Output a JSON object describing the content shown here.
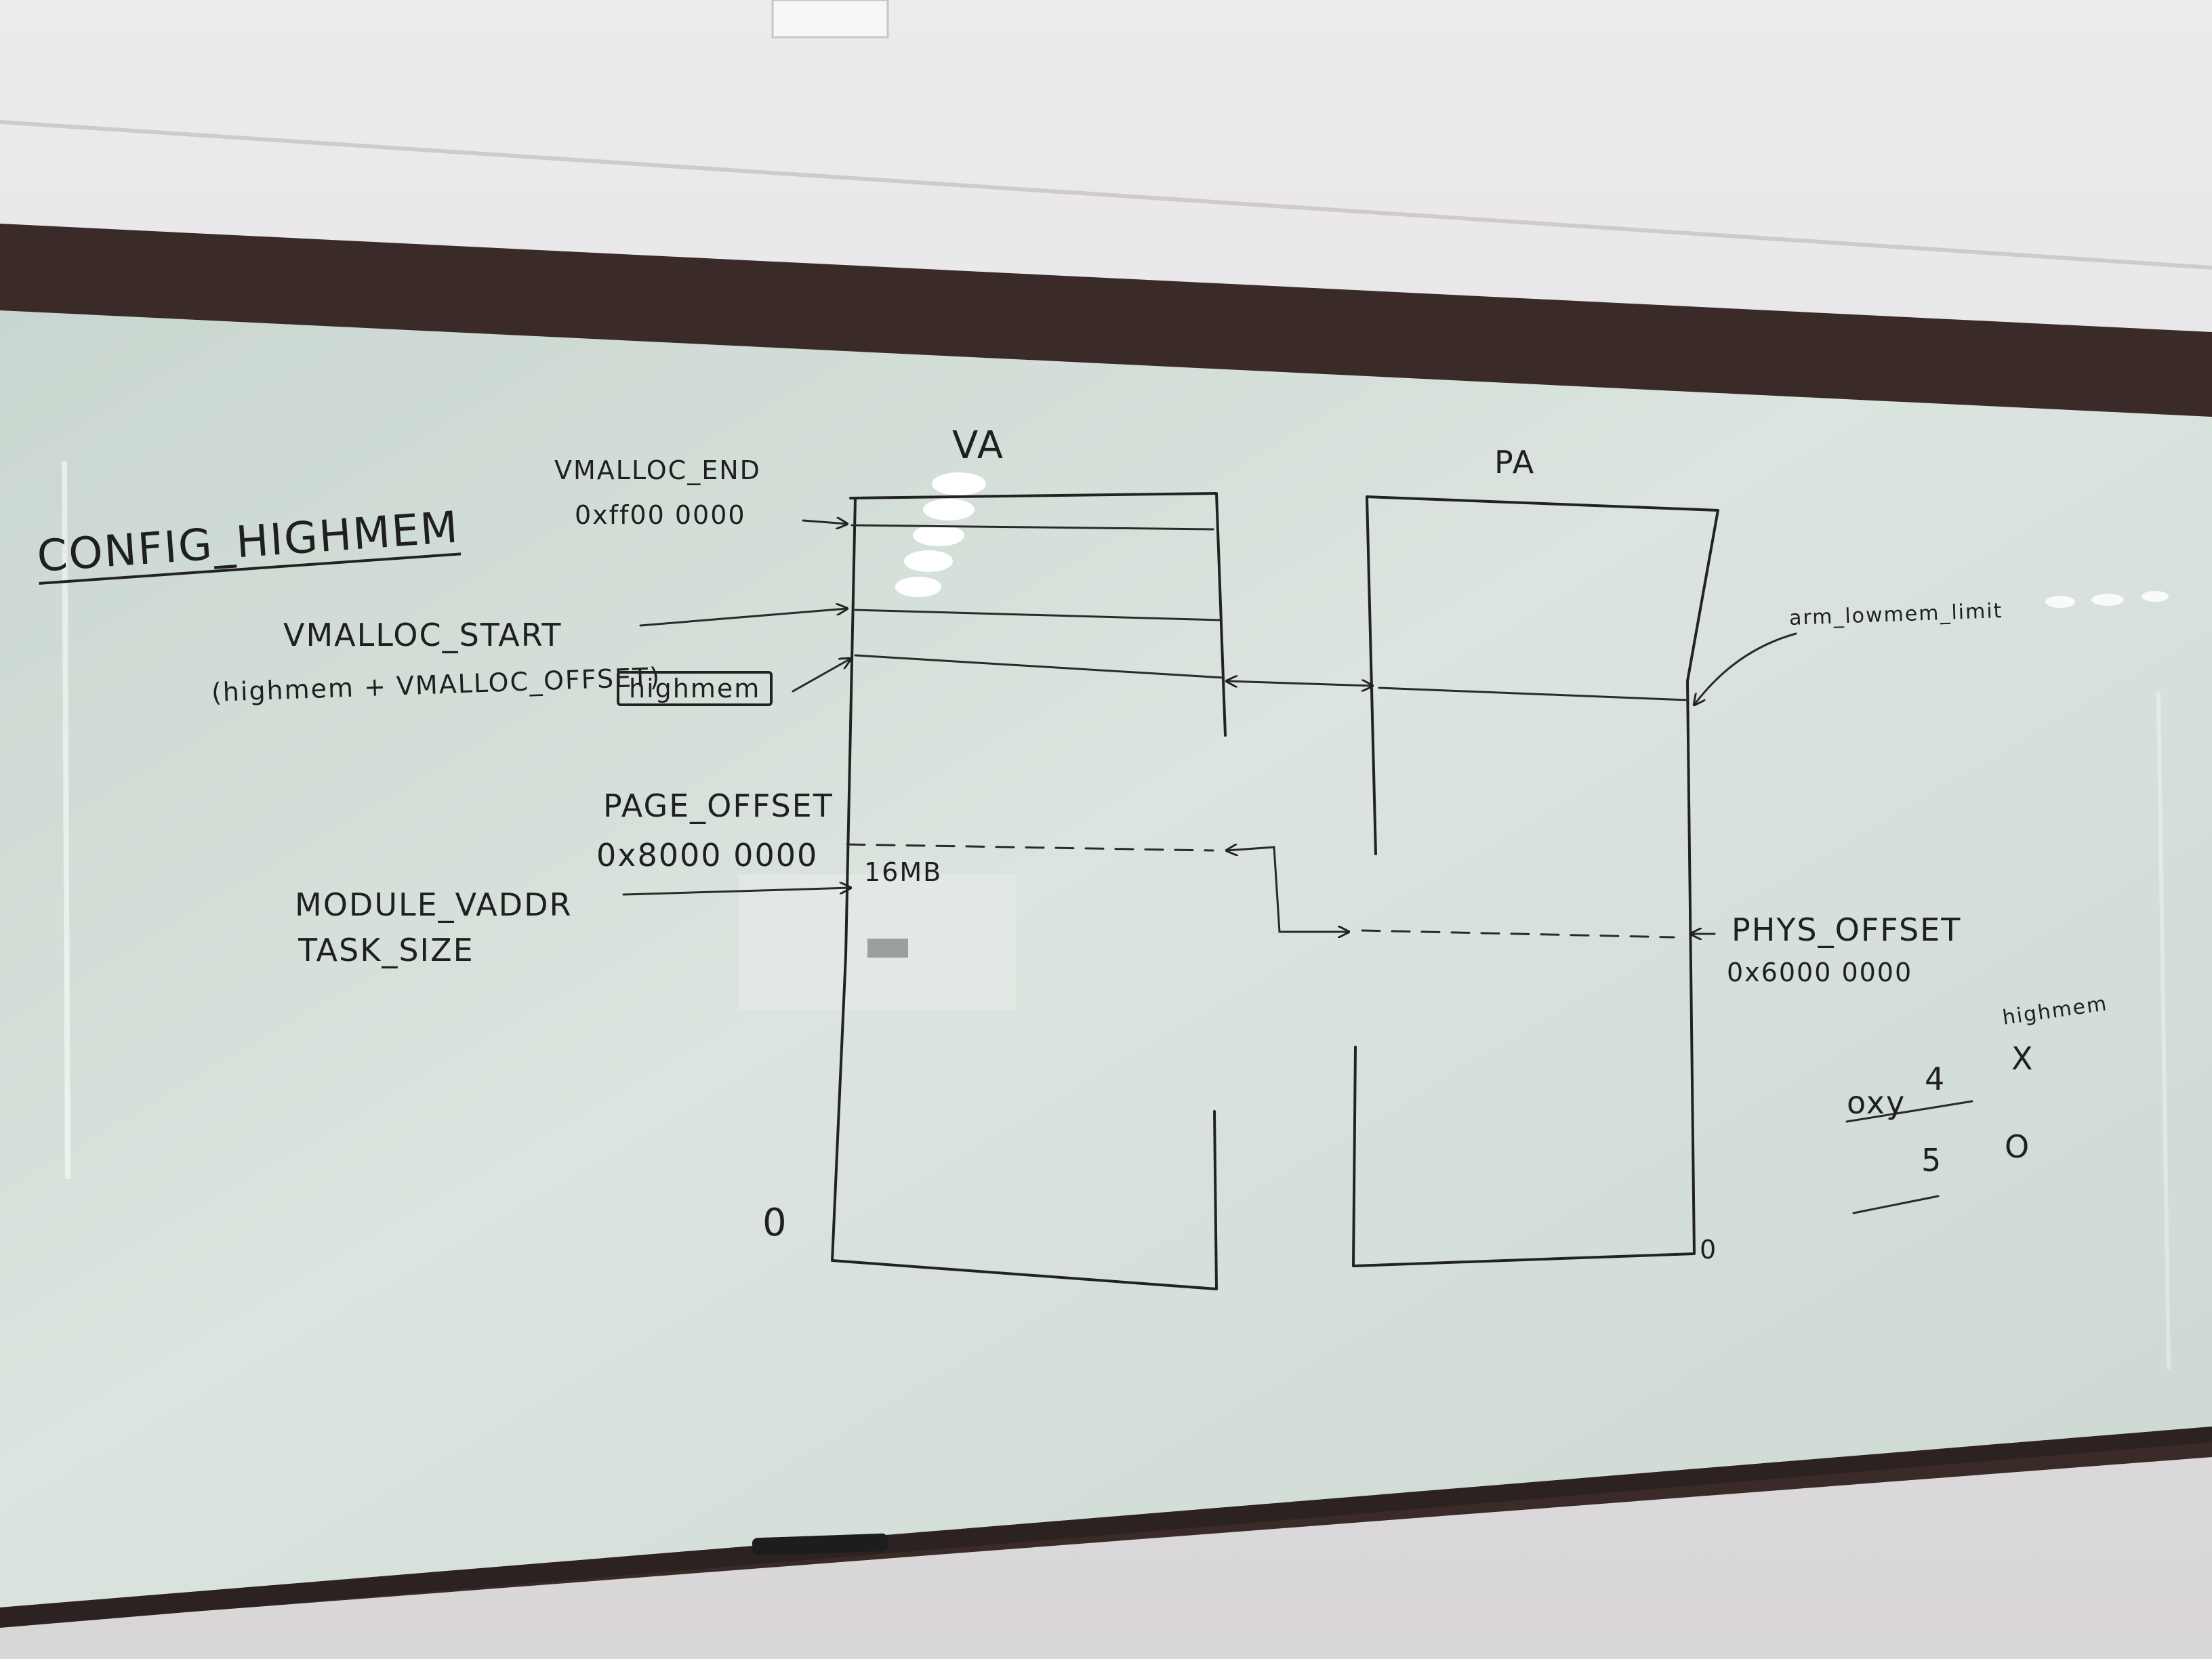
{
  "diagram": {
    "va_label": "VA",
    "pa_label": "PA",
    "config": "CONFIG_HIGHMEM",
    "vmalloc_end": "VMALLOC_END",
    "vmalloc_end_addr": "0xff00 0000",
    "vmalloc_start": "VMALLOC_START",
    "highmem_expr": "(highmem + VMALLOC_OFFSET)",
    "highmem_box": "highmem",
    "page_offset": "PAGE_OFFSET",
    "page_offset_addr": "0x8000 0000",
    "size_16mb": "16MB",
    "module_vaddr": "MODULE_VADDR",
    "task_size": "TASK_SIZE",
    "va_zero": "0",
    "pa_zero": "0",
    "arm_lowmem_limit": "arm_lowmem_limit",
    "phys_offset": "PHYS_OFFSET",
    "phys_offset_addr": "0x6000 0000",
    "side_note": {
      "highmem": "highmem",
      "x_mark": "X",
      "oxy": "oxy",
      "four": "4",
      "five": "5",
      "o_mark": "O"
    }
  },
  "colors": {
    "wall": "#e6e3e5",
    "frame": "#3a2a28",
    "board": "#d3ddd7",
    "ink": "#222222"
  }
}
